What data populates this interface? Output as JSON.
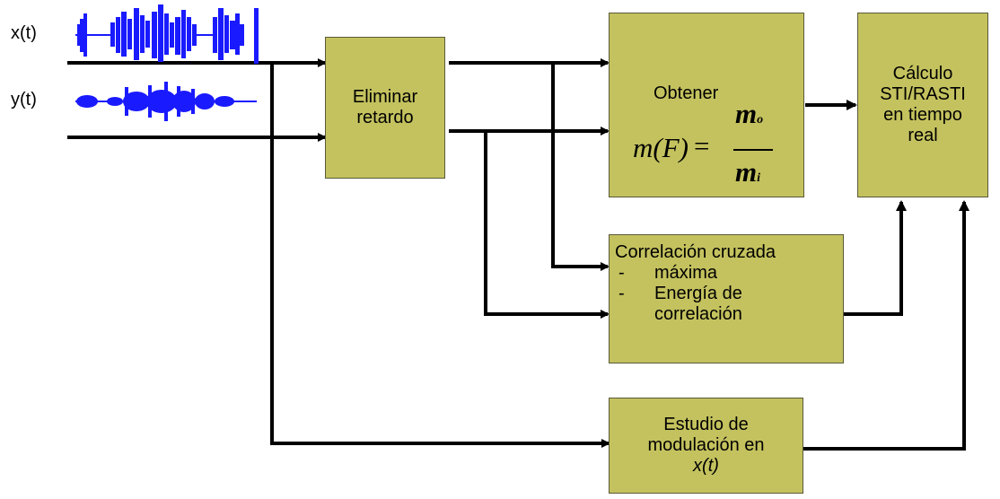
{
  "signals": {
    "x_label": "x(t)",
    "y_label": "y(t)",
    "waveform_color": "#1a1aff"
  },
  "blocks": {
    "delay": {
      "line1": "Eliminar",
      "line2": "retardo"
    },
    "obtain": {
      "title": "Obtener",
      "formula_lhs": "m(F)",
      "formula_eq": "=",
      "numerator": "m",
      "numerator_sub": "o",
      "denominator": "m",
      "denominator_sub": "i"
    },
    "sti": {
      "line1": "Cálculo",
      "line2": "STI/RASTI",
      "line3": "en tiempo",
      "line4": "real"
    },
    "correlation": {
      "title": "Correlación cruzada",
      "items": [
        {
          "dash": "-",
          "text": "máxima"
        },
        {
          "dash": "-",
          "text": "Energía de"
        }
      ],
      "continuation": "correlación"
    },
    "modulation": {
      "line1": "Estudio de",
      "line2": "modulación en",
      "line3": "x(t)"
    }
  },
  "colors": {
    "block_fill": "#c4c25e",
    "block_border": "#5a5a3a",
    "line": "#000000"
  }
}
